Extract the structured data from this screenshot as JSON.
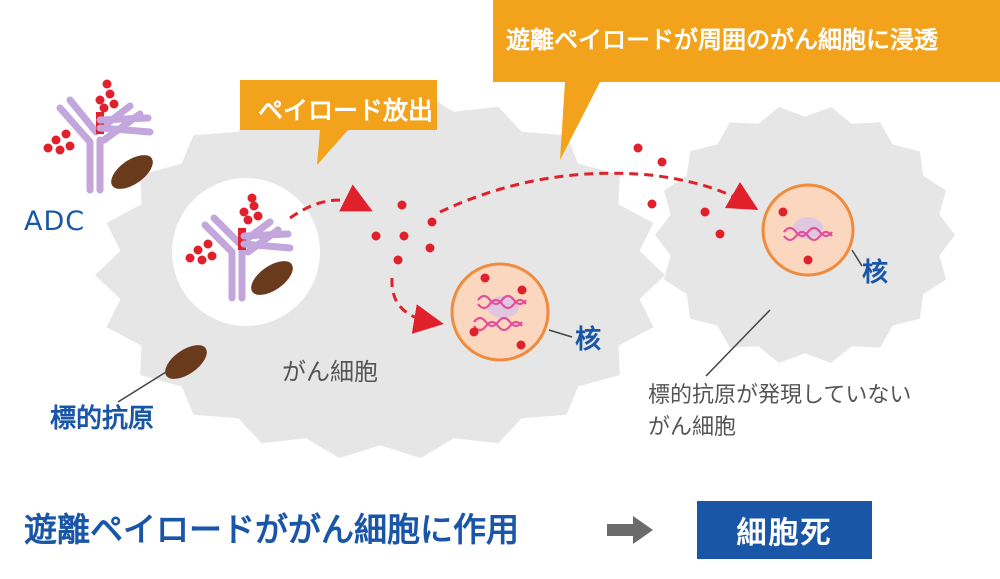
{
  "callouts": {
    "payload_release": "ペイロード放出",
    "bystander_spread": "遊離ペイロードが周囲のがん細胞に浸透"
  },
  "labels": {
    "adc": "ADC",
    "target_antigen": "標的抗原",
    "cancer_cell": "がん細胞",
    "nucleus_1": "核",
    "nucleus_2": "核",
    "antigen_negative_cell_line1": "標的抗原が発現していない",
    "antigen_negative_cell_line2": "がん細胞"
  },
  "bottom": {
    "statement": "遊離ペイロードががん細胞に作用",
    "result": "細胞死"
  },
  "icons": {
    "arrow": "right-arrow-icon"
  },
  "colors": {
    "callout_orange": "#f2a31b",
    "label_blue": "#1a56a8",
    "payload_red": "#e0202a",
    "cell_gray": "#e6e6e6",
    "nucleus_fill": "#fbd7c0",
    "nucleus_ring": "#f08a3c",
    "antibody_purple": "#c2a6dc",
    "antigen_brown": "#6a3a1c"
  }
}
